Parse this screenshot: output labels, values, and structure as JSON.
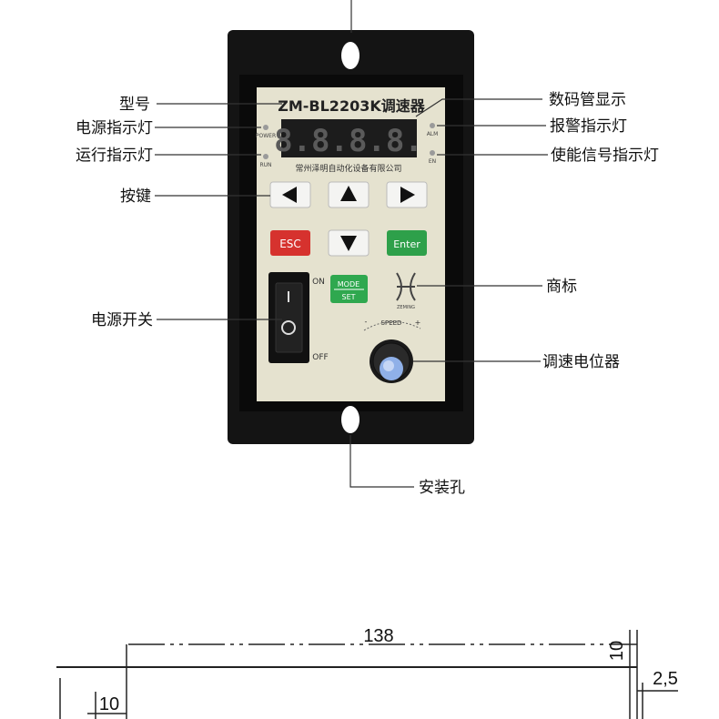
{
  "device": {
    "model": "ZM-BL2203K调速器",
    "display": "8.8.8.8.",
    "company": "常州泽明自动化设备有限公司",
    "led_power": "POWER",
    "led_run": "RUN",
    "led_alm": "ALM",
    "led_en": "EN",
    "btn_esc": "ESC",
    "btn_enter": "Enter",
    "btn_mode": "MODE",
    "btn_set": "SET",
    "switch_on": "ON",
    "switch_off": "OFF",
    "speed_label": "SPEED",
    "speed_minus": "-",
    "speed_plus": "+",
    "logo_text": "ZEMING"
  },
  "labels_left": {
    "model": "型号",
    "power_led": "电源指示灯",
    "run_led": "运行指示灯",
    "keys": "按键",
    "power_switch": "电源开关"
  },
  "labels_right": {
    "display": "数码管显示",
    "alarm_led": "报警指示灯",
    "enable_led": "使能信号指示灯",
    "logo": "商标",
    "potentiometer": "调速电位器"
  },
  "labels_bottom": {
    "mount_hole": "安装孔"
  },
  "dimensions": {
    "width": "138",
    "side": "10",
    "margin": "10",
    "thickness": "2,5"
  },
  "colors": {
    "panel": "#e5e2cf",
    "plate": "#141414",
    "display_bg": "#1c1c1c",
    "led": "#9a9a9a",
    "esc": "#d6322e",
    "enter": "#2ea04a",
    "mode": "#2fa84f"
  }
}
